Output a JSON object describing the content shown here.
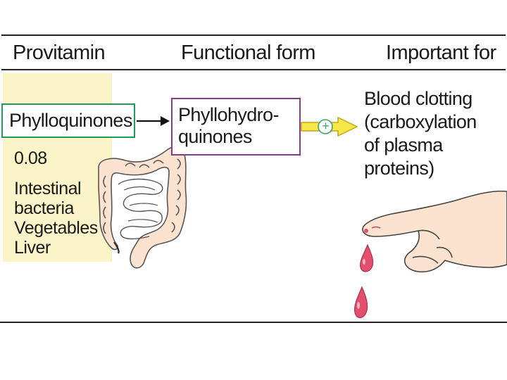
{
  "header": {
    "col1": "Provitamin",
    "col2": "Functional form",
    "col3": "Important for"
  },
  "provitamin": {
    "name": "Phylloquinones",
    "amount": "0.08",
    "sources": [
      "Intestinal",
      "bacteria",
      "Vegetables",
      "Liver"
    ]
  },
  "functional_form": {
    "line1": "Phyllohydro-",
    "line2": "quinones"
  },
  "activation_symbol": "+",
  "important_for": [
    "Blood clotting",
    "(carboxylation",
    "of plasma",
    "proteins)"
  ],
  "colors": {
    "source_panel": "#fbf4c8",
    "provitamin_border": "#1f9a5a",
    "functional_border": "#8a3a8e",
    "arrow_fill": "#f7e84a",
    "activation_circle": "#3aa86a",
    "blood": "#e2506e",
    "skin": "#fbe3cf"
  },
  "icons": [
    "intestine-illustration",
    "hand-illustration",
    "blood-drop-icon"
  ]
}
